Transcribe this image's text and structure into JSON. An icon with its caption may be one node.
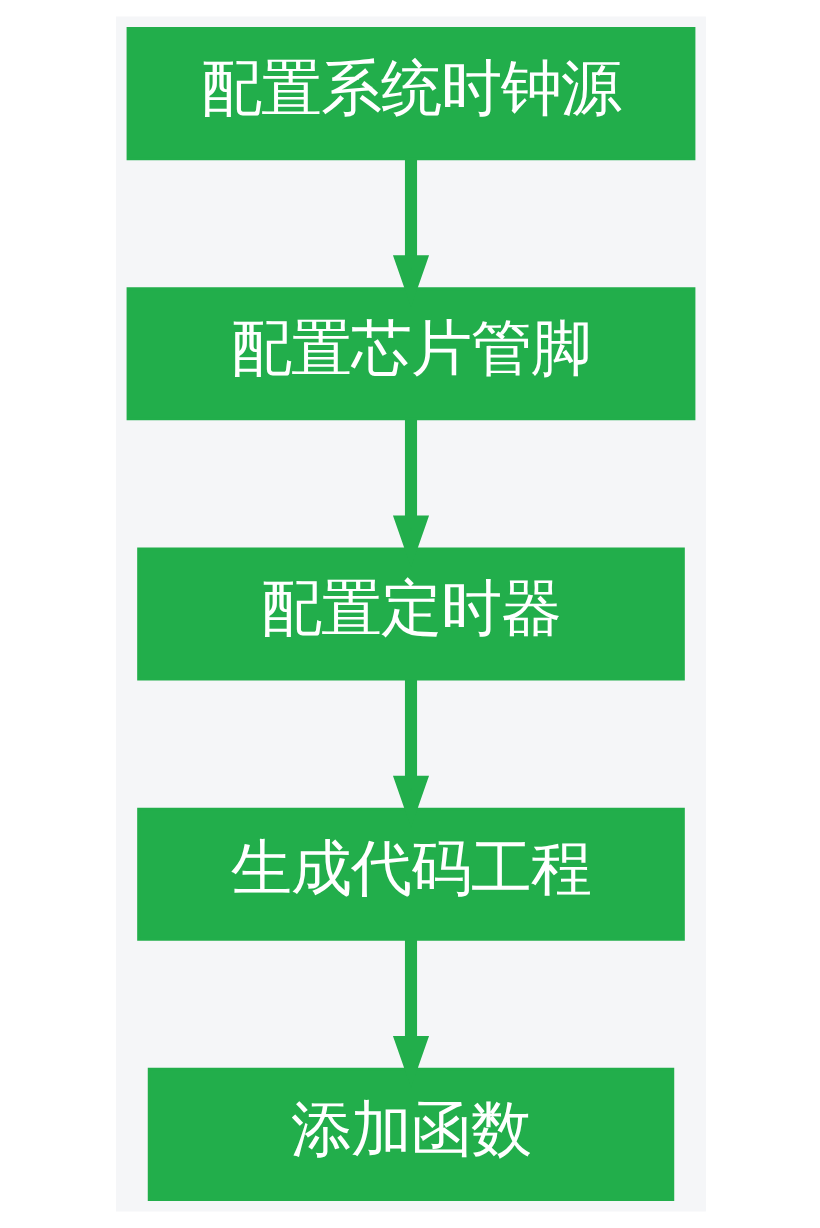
{
  "diagram": {
    "nodes": [
      {
        "text": [
          "配置系统时钟源"
        ]
      },
      {
        "text": [
          "配置芯片管脚"
        ]
      },
      {
        "text": [
          "配置定时器"
        ]
      },
      {
        "text": [
          "生成代码工程"
        ]
      },
      {
        "text": [
          "添加函数"
        ]
      }
    ],
    "edges": [
      {
        "from": 0,
        "to": 1,
        "arrow": "to"
      },
      {
        "from": 1,
        "to": 2,
        "arrow": "to"
      },
      {
        "from": 2,
        "to": 3,
        "arrow": "to"
      },
      {
        "from": 3,
        "to": 4,
        "arrow": "to"
      }
    ]
  }
}
